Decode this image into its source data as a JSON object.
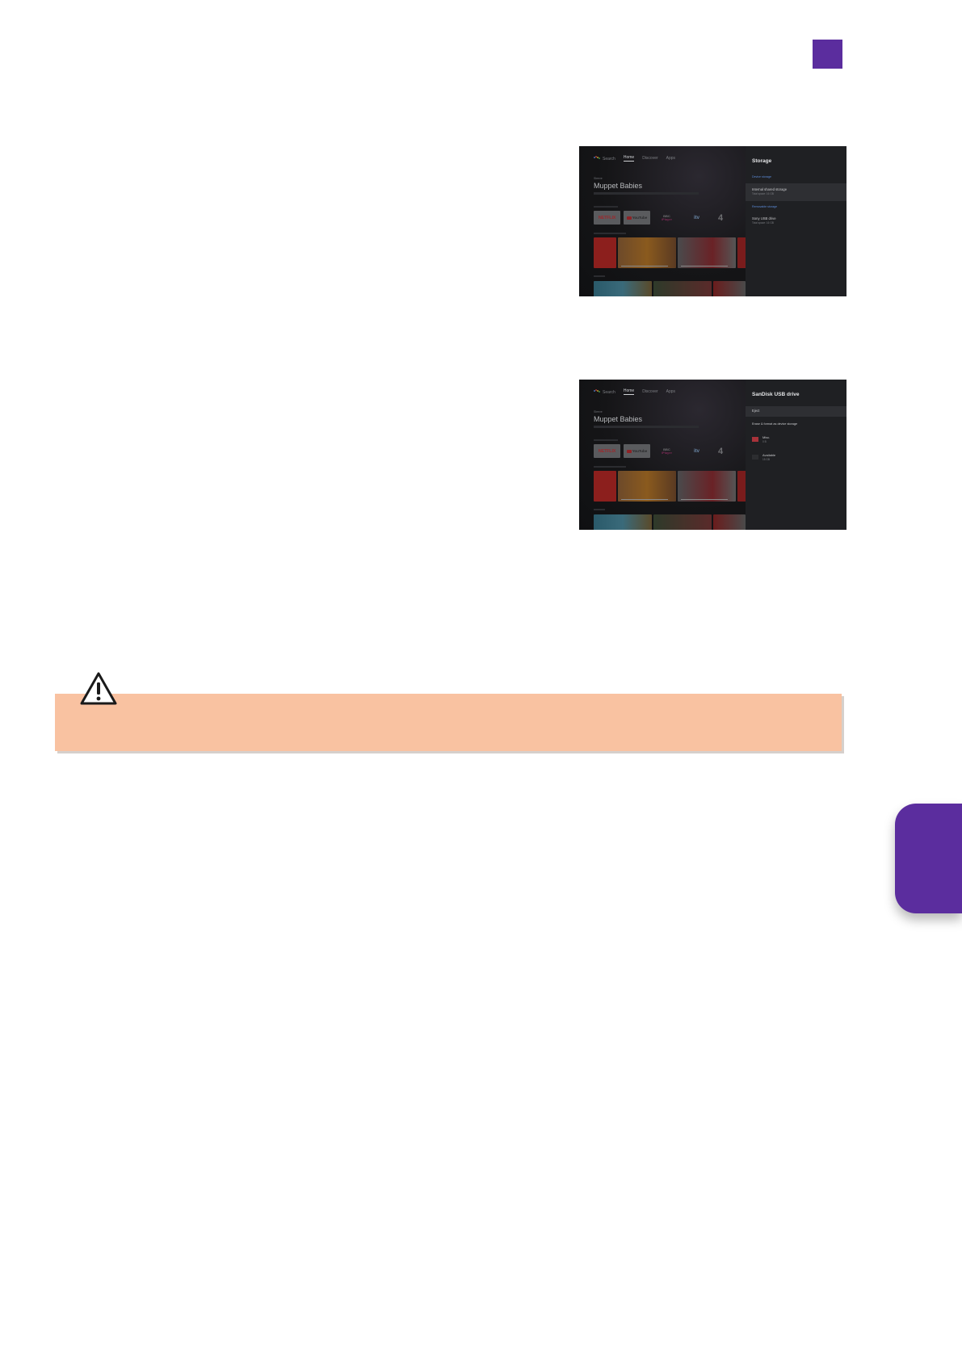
{
  "page": {
    "accent_color": "#5b2d9e",
    "warning_color": "#f9c2a1"
  },
  "screenshots": [
    {
      "nav": {
        "search": "Search",
        "home": "Home",
        "discover": "Discover",
        "apps": "Apps"
      },
      "featured": {
        "kicker": "Sleeve",
        "title": "Muppet Babies"
      },
      "apps": [
        "NETFLIX",
        "YouTube",
        "BBC",
        "iPlayer",
        "itv",
        "4"
      ],
      "panel": {
        "title": "Storage",
        "section_device": "Device storage",
        "internal_label": "Internal shared storage",
        "internal_sub": "Total space: 16 GB",
        "section_removable": "Removable storage",
        "usb_label": "Sony USB drive",
        "usb_sub": "Total space: 16 GB"
      }
    },
    {
      "nav": {
        "search": "Search",
        "home": "Home",
        "discover": "Discover",
        "apps": "Apps"
      },
      "featured": {
        "kicker": "Sleeve",
        "title": "Muppet Babies"
      },
      "apps": [
        "NETFLIX",
        "YouTube",
        "BBC",
        "iPlayer",
        "itv",
        "4"
      ],
      "panel": {
        "title": "SanDisk USB drive",
        "eject_label": "Eject",
        "erase_label": "Erase & format as device storage",
        "misc_label": "Misc.",
        "misc_value": "0 B",
        "available_label": "Available",
        "available_value": "15 GB",
        "misc_color": "#a8323a",
        "available_color": "#2c2d30"
      }
    }
  ],
  "warning": {
    "icon": "warning-triangle-icon"
  }
}
